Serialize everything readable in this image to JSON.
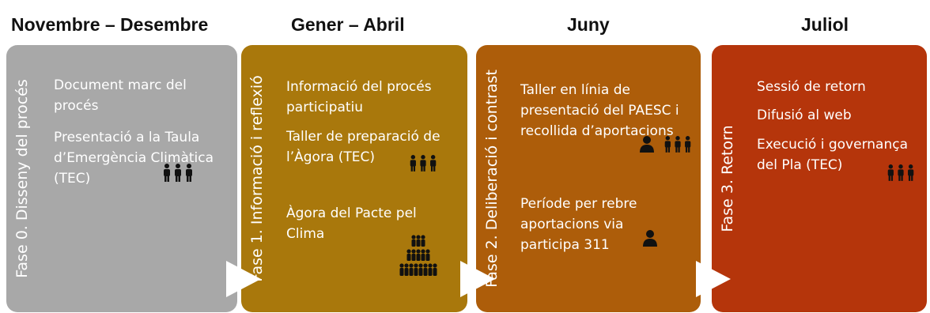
{
  "periods": [
    "Novembre – Desembre",
    "Gener – Abril",
    "Juny",
    "Juliol"
  ],
  "phases": [
    {
      "label": "Fase 0. Disseny del procés",
      "color": "#a8a8a8",
      "items": [
        "Document marc del procés",
        "Presentació a la Taula d’Emergència Climàtica (TEC)"
      ]
    },
    {
      "label": "Fase 1. Informació i reflexió",
      "color": "#a9780c",
      "items": [
        "Informació del procés participatiu",
        "Taller de preparació de l’Àgora (TEC)",
        "Àgora del Pacte pel Clima"
      ]
    },
    {
      "label": "Fase 2. Deliberació  i contrast",
      "color": "#ad5d0a",
      "items": [
        "Taller en línia de presentació del PAESC i recollida d’aportacions",
        "Període per rebre aportacions via participa 311"
      ]
    },
    {
      "label": "Fase 3. Retorn",
      "color": "#b5350b",
      "items": [
        "Sessió de retorn",
        "Difusió al web",
        "Execució i governança del Pla (TEC)"
      ]
    }
  ],
  "icons": {
    "group": "group-icon",
    "person": "person-icon",
    "crowd": "crowd-icon",
    "arrow": "chevron-right-icon"
  }
}
